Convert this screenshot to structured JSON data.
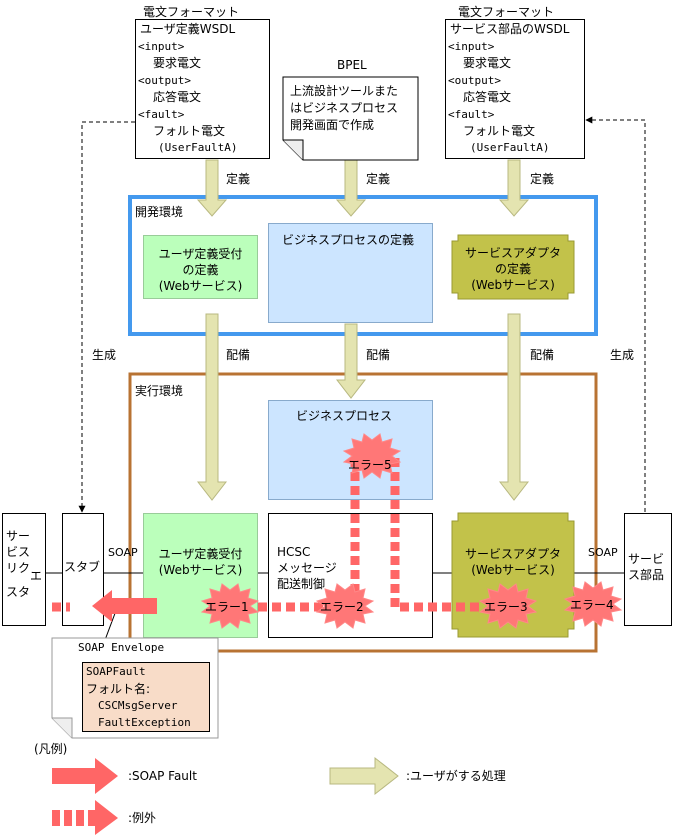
{
  "left_format": {
    "heading": "電文フォーマット",
    "lines": [
      "ユーザ定義WSDL",
      "<input>",
      "要求電文",
      "<output>",
      "応答電文",
      "<fault>",
      "フォルト電文",
      "(UserFaultA)"
    ]
  },
  "right_format": {
    "heading": "電文フォーマット",
    "lines": [
      "サービス部品のWSDL",
      "<input>",
      "要求電文",
      "<output>",
      "応答電文",
      "<fault>",
      "フォルト電文",
      "(UserFaultA)"
    ]
  },
  "bpel": {
    "heading": "BPEL",
    "lines": [
      "上流設計ツールまた",
      "はビジネスプロセス",
      "開発画面で作成"
    ]
  },
  "labels": {
    "define": "定義",
    "deploy": "配備",
    "generate": "生成",
    "soap": "SOAP"
  },
  "dev_env": {
    "title": "開発環境",
    "user_def": [
      "ユーザ定義受付",
      "の定義",
      "(Webサービス)"
    ],
    "bp_def": "ビジネスプロセスの定義",
    "adapter_def": [
      "サービスアダプタ",
      "の定義",
      "(Webサービス)"
    ]
  },
  "run_env": {
    "title": "実行環境",
    "bp": "ビジネスプロセス",
    "user_recv": [
      "ユーザ定義受付",
      "(Webサービス)"
    ],
    "hcsc": [
      "HCSC",
      "メッセージ",
      "配送制御"
    ],
    "adapter": [
      "サービスアダプタ",
      "(Webサービス)"
    ]
  },
  "client": [
    "サー",
    "ビス",
    "リク",
    "エ",
    "スタ"
  ],
  "stub": "スタブ",
  "service_part": [
    "サービ",
    "ス部品"
  ],
  "errors": [
    "エラー1",
    "エラー2",
    "エラー3",
    "エラー4",
    "エラー5"
  ],
  "envelope": {
    "title": "SOAP Envelope",
    "lines": [
      "SOAPFault",
      "フォルト名:",
      "CSCMsgServer",
      "FaultException"
    ]
  },
  "legend": {
    "title": "(凡例)",
    "soap_fault": ":SOAP Fault",
    "exception": ":例外",
    "user_process": ":ユーザがする処理"
  },
  "colors": {
    "dev_border": "#4499ee",
    "run_border": "#b87333",
    "green_box": "#bbffbb",
    "blue_box": "#cce5ff",
    "olive_box": "#c2c24a",
    "fault_arrow": "#ff6666",
    "process_arrow": "#e4e4b0",
    "error_burst": "#ff7777",
    "envelope_inner": "#f8dcc8"
  }
}
